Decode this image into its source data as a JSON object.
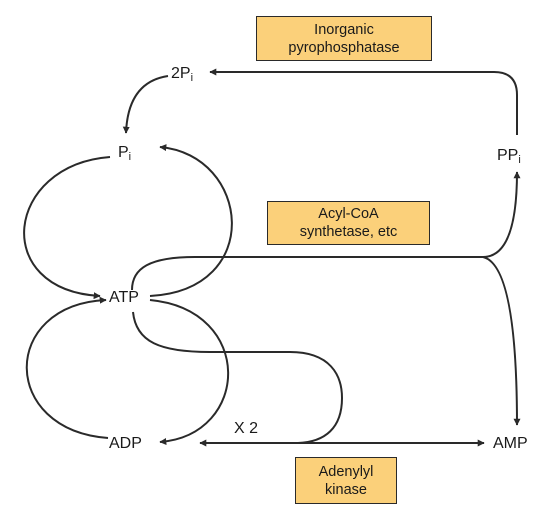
{
  "nodes": {
    "two_pi": {
      "main": "2P",
      "sub": "i"
    },
    "pi": {
      "main": "P",
      "sub": "i"
    },
    "ppi": {
      "main": "PP",
      "sub": "i"
    },
    "atp": "ATP",
    "adp": "ADP",
    "amp": "AMP",
    "x2": "X 2"
  },
  "enzymes": {
    "pyrophosphatase": {
      "line1": "Inorganic",
      "line2": "pyrophosphatase"
    },
    "acyl_coa": {
      "line1": "Acyl-CoA",
      "line2": "synthetase, etc"
    },
    "adenylyl": {
      "line1": "Adenylyl",
      "line2": "kinase"
    }
  },
  "colors": {
    "box_fill": "#fbd07a",
    "line": "#2a2a2a"
  }
}
